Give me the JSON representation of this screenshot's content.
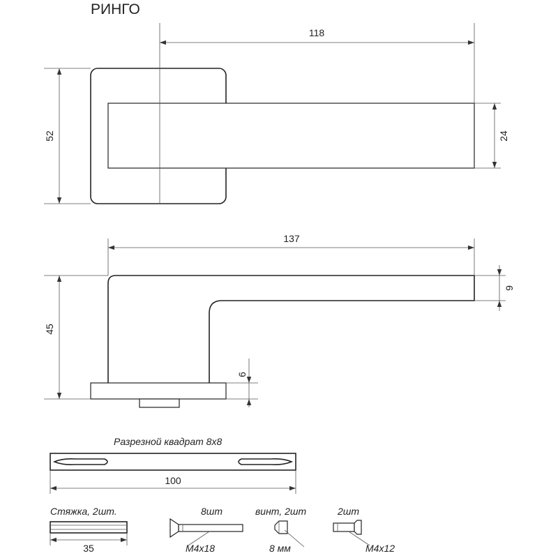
{
  "title": "РИНГО",
  "front_view": {
    "dim_width": "118",
    "dim_height": "52",
    "dim_lever": "24"
  },
  "side_view": {
    "dim_length": "137",
    "dim_height": "45",
    "dim_thickness": "9",
    "dim_rose": "6"
  },
  "spindle": {
    "label": "Разрезной квадрат 8x8",
    "dim_length": "100"
  },
  "parts": {
    "coupler": {
      "label": "Стяжка, 2шт.",
      "dim": "35"
    },
    "screw_long": {
      "label": "8шт",
      "size": "M4x18"
    },
    "set_screw": {
      "label": "винт, 2шт",
      "size": "8 мм"
    },
    "screw_short": {
      "label": "2шт",
      "size": "M4x12"
    }
  }
}
